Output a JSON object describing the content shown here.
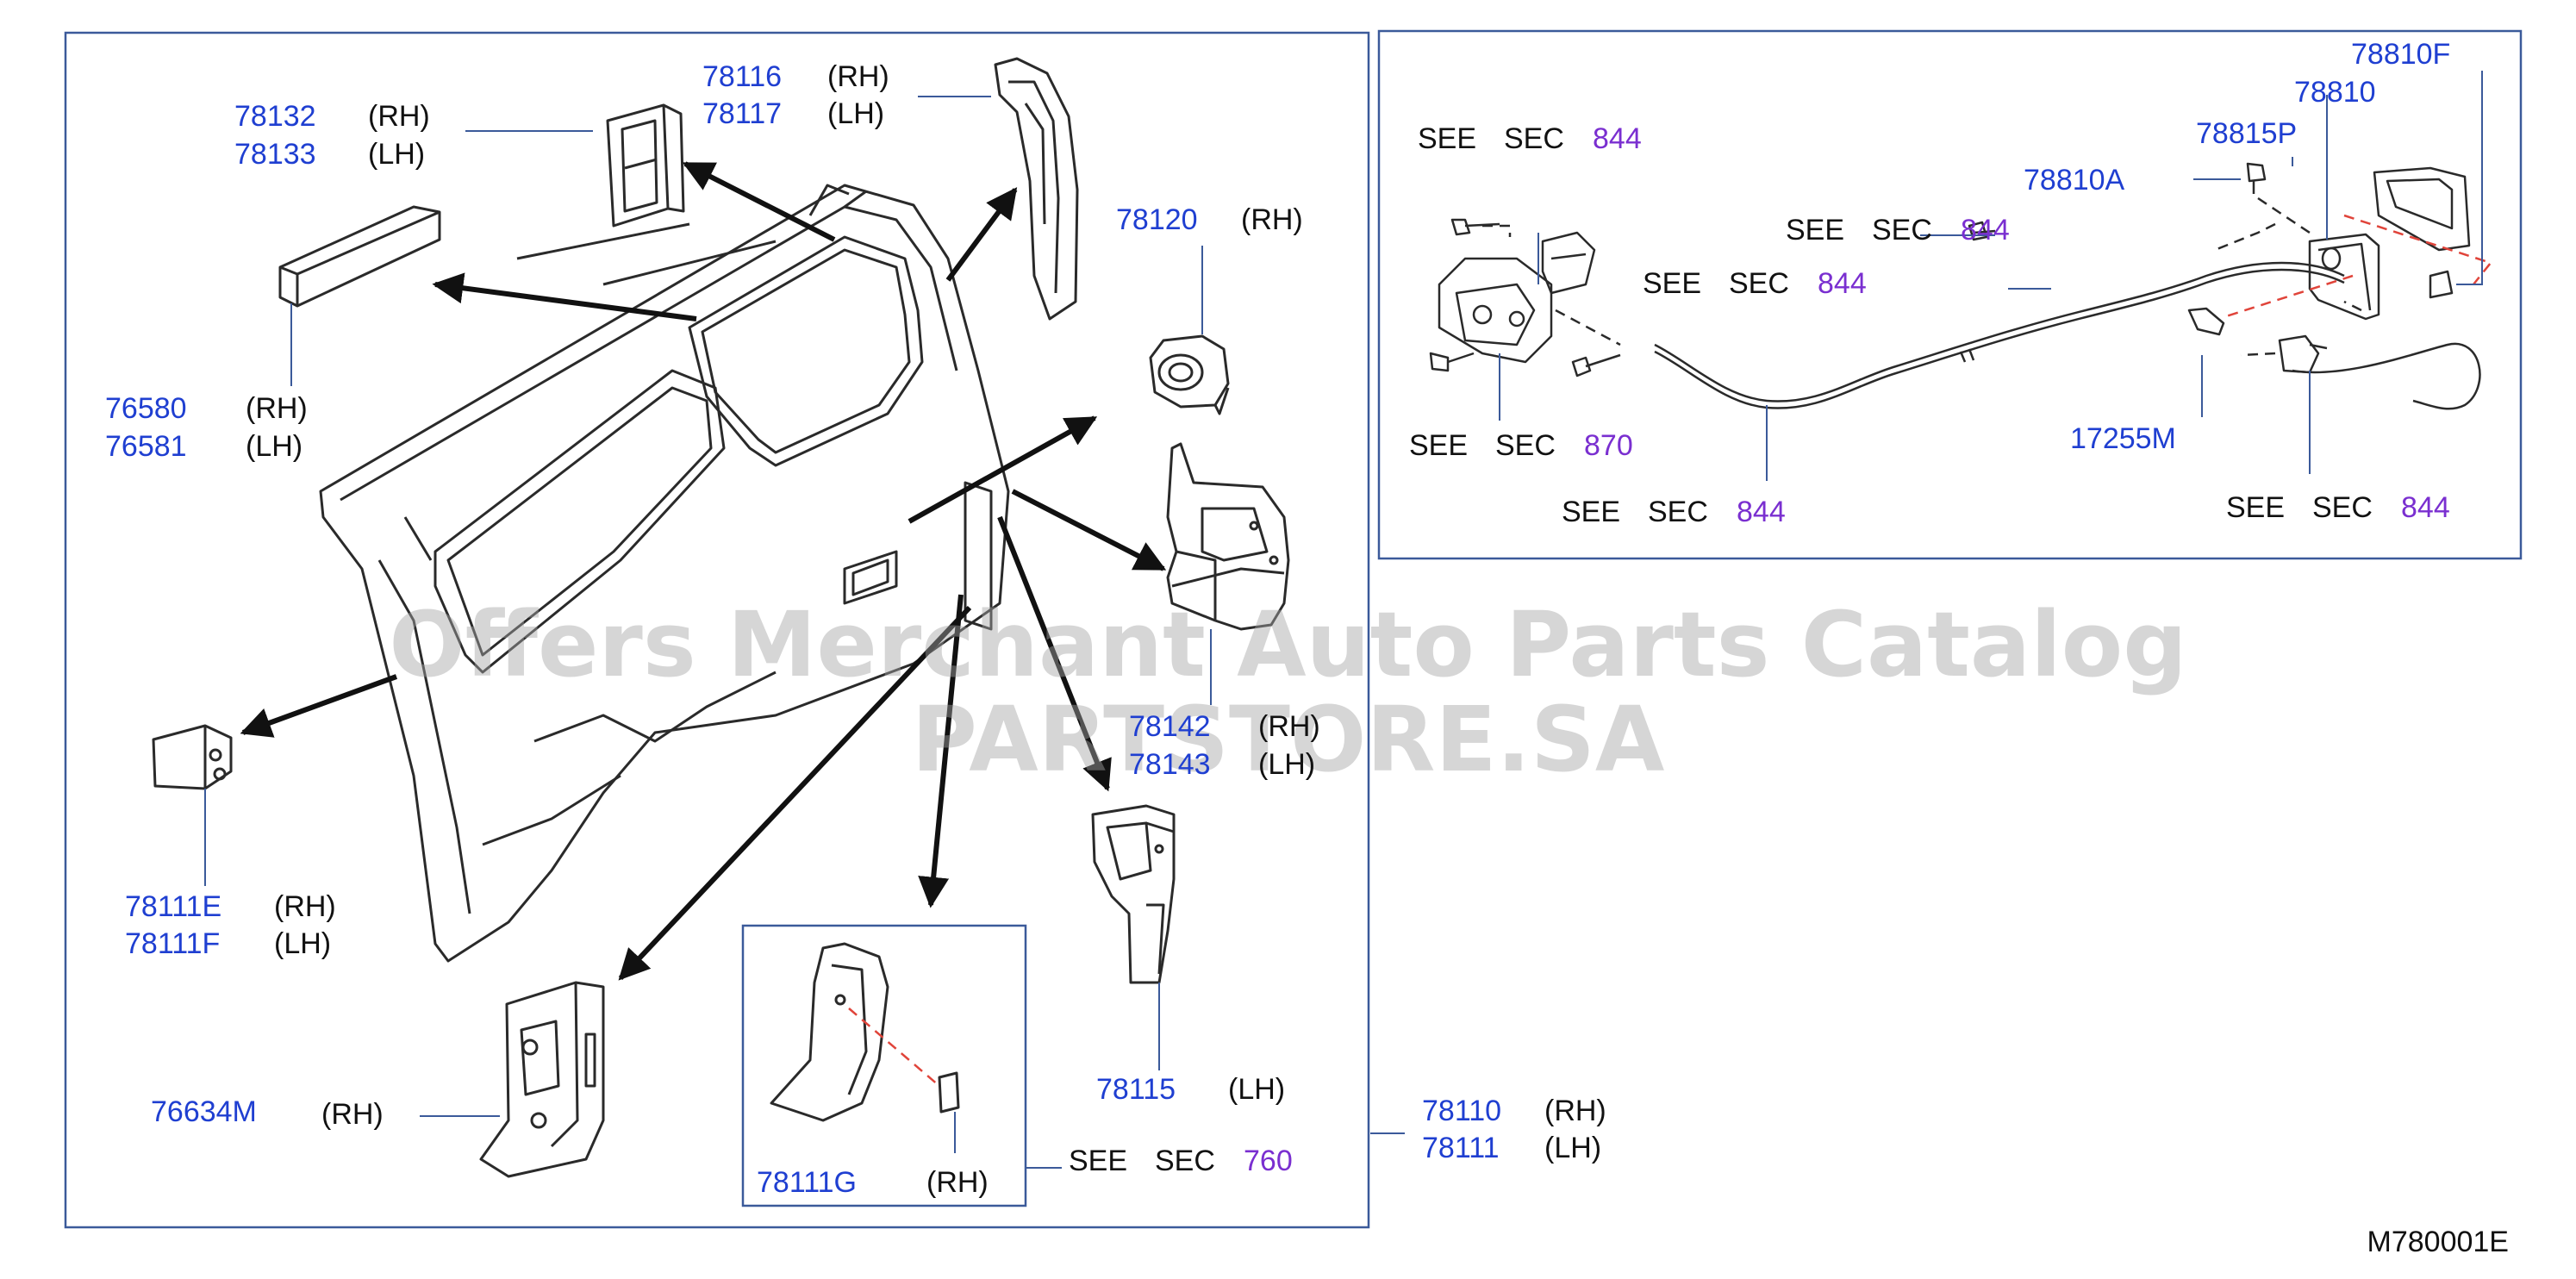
{
  "watermark": "Offers Merchant Auto Parts Catalog PARTSTORE.SA",
  "diagram_code": "M780001E",
  "colors": {
    "part_number": "#1f3fd1",
    "section_number": "#7a2fd0",
    "line": "#2a2a2a",
    "dash": "#e0443a",
    "frame": "#3b5a9a"
  },
  "labels": {
    "l78132": "78132",
    "l78132s": "(RH)",
    "l78133": "78133",
    "l78133s": "(LH)",
    "l78116": "78116",
    "l78116s": "(RH)",
    "l78117": "78117",
    "l78117s": "(LH)",
    "l78120": "78120",
    "l78120s": "(RH)",
    "l76580": "76580",
    "l76580s": "(RH)",
    "l76581": "76581",
    "l76581s": "(LH)",
    "l78142": "78142",
    "l78142s": "(RH)",
    "l78143": "78143",
    "l78143s": "(LH)",
    "l78111E": "78111E",
    "l78111Es": "(RH)",
    "l78111F": "78111F",
    "l78111Fs": "(LH)",
    "l78115": "78115",
    "l78115s": "(LH)",
    "l76634M": "76634M",
    "l76634Ms": "(RH)",
    "l78111G": "78111G",
    "l78111Gs": "(RH)",
    "l78110": "78110",
    "l78110s": "(RH)",
    "l78111": "78111",
    "l78111s": "(LH)",
    "l78810F": "78810F",
    "l78810": "78810",
    "l78815P": "78815P",
    "l78810A": "78810A",
    "l17255M": "17255M"
  },
  "refs": {
    "see": "SEE",
    "sec": "SEC",
    "r1": "844",
    "r2": "844",
    "r3": "844",
    "r4": "870",
    "r5": "844",
    "r6": "844",
    "r7": "760"
  }
}
